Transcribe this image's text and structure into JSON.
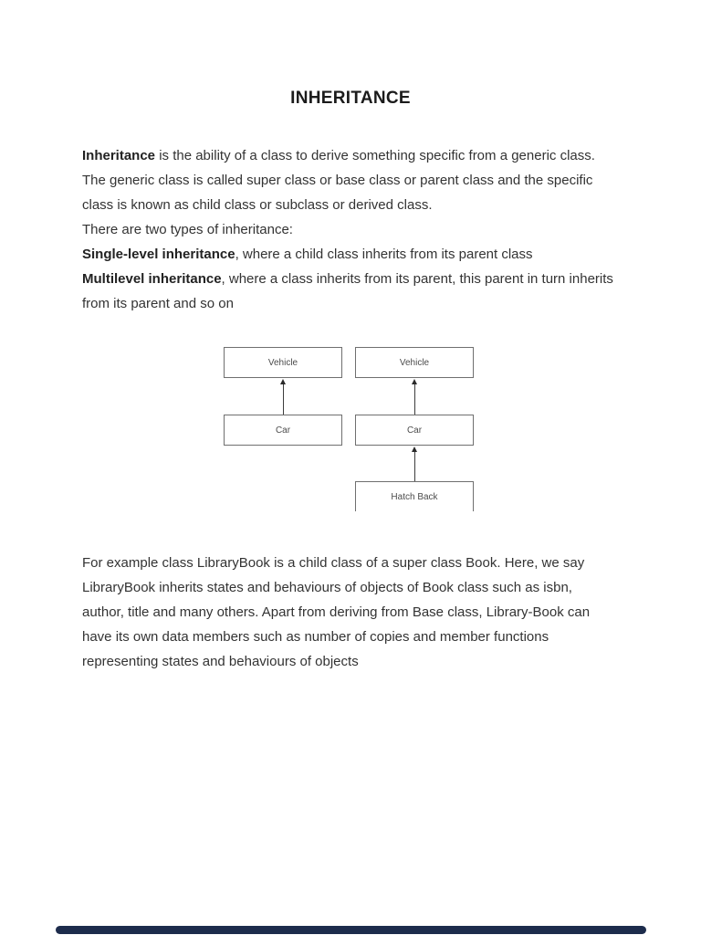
{
  "page": {
    "title": "INHERITANCE"
  },
  "intro": {
    "lines": [
      {
        "bold": "Inheritance",
        "rest": " is the ability of a class to derive something specific from a generic class."
      },
      {
        "rest": "The generic class is called super class or base class or parent class and the specific"
      },
      {
        "rest": "class is known as child class or subclass or derived class."
      },
      {
        "rest": "There are two types of inheritance:"
      },
      {
        "bold": "Single-level inheritance",
        "rest": ", where a child class inherits from its parent class"
      },
      {
        "bold": "Multilevel inheritance",
        "rest": ", where a class inherits from its parent, this parent in turn inherits"
      },
      {
        "rest": "from its parent and so on"
      }
    ]
  },
  "diagram": {
    "single_level": {
      "parent": "Vehicle",
      "child": "Car"
    },
    "multilevel": {
      "grandparent": "Vehicle",
      "parent": "Car",
      "child": "Hatch Back"
    }
  },
  "example": {
    "lines": [
      "For example class LibraryBook is a child class of a super class Book. Here, we say",
      "LibraryBook inherits states and behaviours of objects of Book class such as isbn,",
      "author, title and many others. Apart from deriving from Base class, Library-Book can",
      "have its own data members such as number of copies and member functions",
      "representing states and behaviours of objects"
    ]
  },
  "colors": {
    "body_text": "#333333",
    "box_border": "#6f6f6f",
    "scrollbar_thumb": "#1d2c4c"
  }
}
